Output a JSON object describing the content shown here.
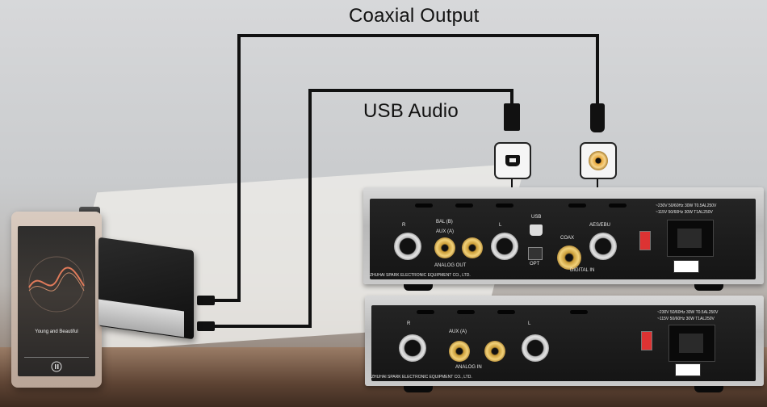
{
  "labels": {
    "coaxial_output": "Coaxial Output",
    "usb_audio": "USB Audio"
  },
  "player": {
    "song_title": "Young and Beautiful"
  },
  "top_unit": {
    "bal_label": "BAL (B)",
    "aux_label": "AUX (A)",
    "r_label": "R",
    "l_label": "L",
    "analog_out": "ANALOG OUT",
    "usb": "USB",
    "coax": "COAX",
    "opt": "OPT",
    "aes_ebu": "AES/EBU",
    "digital_in": "DIGITAL IN",
    "company": "ZHUHAI SPARK ELECTRONIC EQUIPMENT CO., LTD.",
    "power_line1": "~230V 50/60Hz 30W T0.5AL250V",
    "power_line2": "~115V 50/60Hz 30W T1AL250V"
  },
  "bottom_unit": {
    "r_label": "R",
    "l_label": "L",
    "aux_label": "AUX (A)",
    "analog_in": "ANALOG IN",
    "company": "ZHUHAI SPARK ELECTRONIC EQUIPMENT CO., LTD.",
    "power_line1": "~230V 50/60Hz 30W T0.5AL250V",
    "power_line2": "~115V 50/60Hz 30W T1AL250V"
  },
  "colors": {
    "cable": "#111111",
    "chassis": "#c9c9c9",
    "panel": "#1a1a1a",
    "gold": "#e0b85a"
  }
}
